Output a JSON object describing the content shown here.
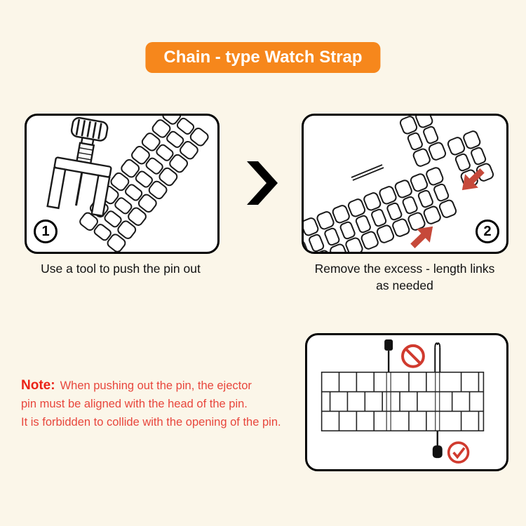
{
  "banner": {
    "title": "Chain - type Watch Strap"
  },
  "steps": [
    {
      "number": "1",
      "caption": "Use a tool to push the pin out"
    },
    {
      "number": "2",
      "caption": "Remove the excess - length links as needed"
    }
  ],
  "note": {
    "label": "Note:",
    "lines": [
      "When pushing out the pin, the ejector",
      "pin must be aligned with the head of the pin.",
      "It is forbidden to collide with the opening of the pin."
    ]
  },
  "icons": {
    "chevron_right": "right-chevron-icon",
    "prohibition": "prohibition-icon",
    "check": "check-icon",
    "red_arrow": "red-arrow-icon"
  },
  "colors": {
    "background": "#FBF6E9",
    "banner_orange": "#F6871C",
    "banner_text": "#FFFFFF",
    "panel_border": "#000000",
    "line_black": "#1A1A1A",
    "arrow_red": "#C6493A",
    "alert_red": "#D03A2E",
    "note_label_red": "#EB2217",
    "note_text_red": "#E8463C"
  }
}
